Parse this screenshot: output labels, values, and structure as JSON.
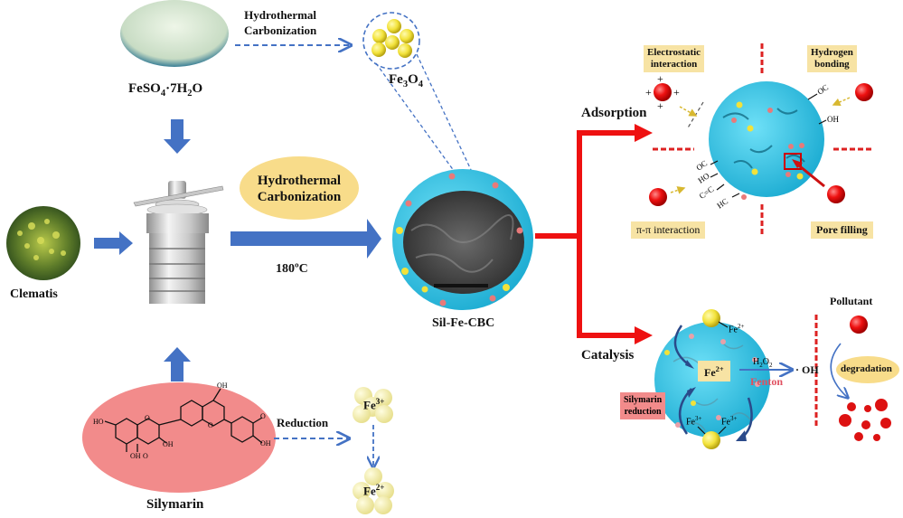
{
  "title": "Sil-Fe-CBC synthesis and adsorption/catalysis mechanism",
  "inputs": {
    "iron_salt": {
      "formula_main": "FeSO",
      "sub1": "4",
      "mid": "·7H",
      "sub2": "2",
      "tail": "O"
    },
    "plant": "Clematis",
    "silymarin": "Silymarin"
  },
  "process": {
    "hydrothermal_top": [
      "Hydrothermal",
      "Carbonization"
    ],
    "hydrothermal_center": [
      "Hydrothermal",
      "Carbonization"
    ],
    "temperature": "180ºC",
    "nanoparticle": {
      "main": "Fe",
      "sub1": "3",
      "mid": "O",
      "sub2": "4"
    },
    "product": "Sil-Fe-CBC",
    "reduction": "Reduction",
    "fe3": {
      "base": "Fe",
      "charge": "3+"
    },
    "fe2": {
      "base": "Fe",
      "charge": "2+"
    }
  },
  "silymarin_structure_labels": [
    "HO",
    "OH",
    "O",
    "OH",
    "O",
    "O",
    "OH",
    "OH",
    "O"
  ],
  "adsorption": {
    "title": "Adsorption",
    "mechanisms": [
      "Electrostatic interaction",
      "Hydrogen bonding",
      "π-π interaction",
      "Pore filling"
    ],
    "electrostatic_lines": [
      "Electrostatic",
      "interaction"
    ],
    "hydrogen_lines": [
      "Hydrogen",
      "bonding"
    ],
    "groups": [
      "OC",
      "OH",
      "OC",
      "HO",
      "C=C",
      "HC"
    ],
    "plus": "+"
  },
  "catalysis": {
    "title": "Catalysis",
    "center_ion": {
      "base": "Fe",
      "charge": "2+"
    },
    "top_ion": {
      "base": "Fe",
      "charge": "2+"
    },
    "bottom_left_ion": {
      "base": "Fe",
      "charge": "3+"
    },
    "bottom_right_ion": {
      "base": "Fe",
      "charge": "3+"
    },
    "oxidant": {
      "base": "H",
      "sub1": "2",
      "mid": "O",
      "sub2": "2"
    },
    "reaction": "Fenton",
    "radical": "· OH",
    "silymarin_reduction": [
      "Silymarin",
      "reduction"
    ],
    "pollutant": "Pollutant",
    "degradation": "degradation"
  },
  "colors": {
    "blue_arrow": "#4472c4",
    "red_arrow": "#ee1111",
    "cyan_sphere": "#2ec4e6",
    "yellow_box": "#f7e3a4",
    "pink_ellipse": "#f28b8b",
    "ellipse_yellow": "#f8dc8a"
  }
}
